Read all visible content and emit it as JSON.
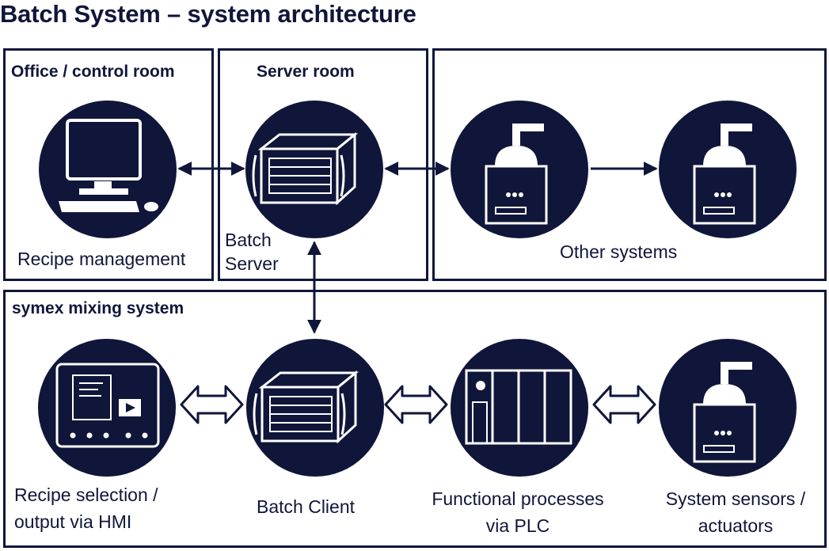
{
  "title": "Batch System – system architecture",
  "sections": {
    "office": "Office / control room",
    "server_room": "Server room",
    "symex": "symex mixing system"
  },
  "labels": {
    "recipe_management": "Recipe management",
    "batch_server_line1": "Batch",
    "batch_server_line2": "Server",
    "other_systems": "Other systems",
    "hmi_line1": "Recipe selection /",
    "hmi_line2": "output via HMI",
    "batch_client": "Batch Client",
    "plc_line1": "Functional processes",
    "plc_line2": "via PLC",
    "sensors_line1": "System sensors /",
    "sensors_line2": "actuators"
  },
  "icons": {
    "office": "computer-icon",
    "server": "server-icon",
    "other1": "mixing-tank-icon",
    "other2": "mixing-tank-icon",
    "hmi": "hmi-panel-icon",
    "client": "server-icon",
    "plc": "plc-icon",
    "sensors": "mixing-tank-icon"
  },
  "colors": {
    "navy": "#10163a",
    "white": "#ffffff"
  }
}
